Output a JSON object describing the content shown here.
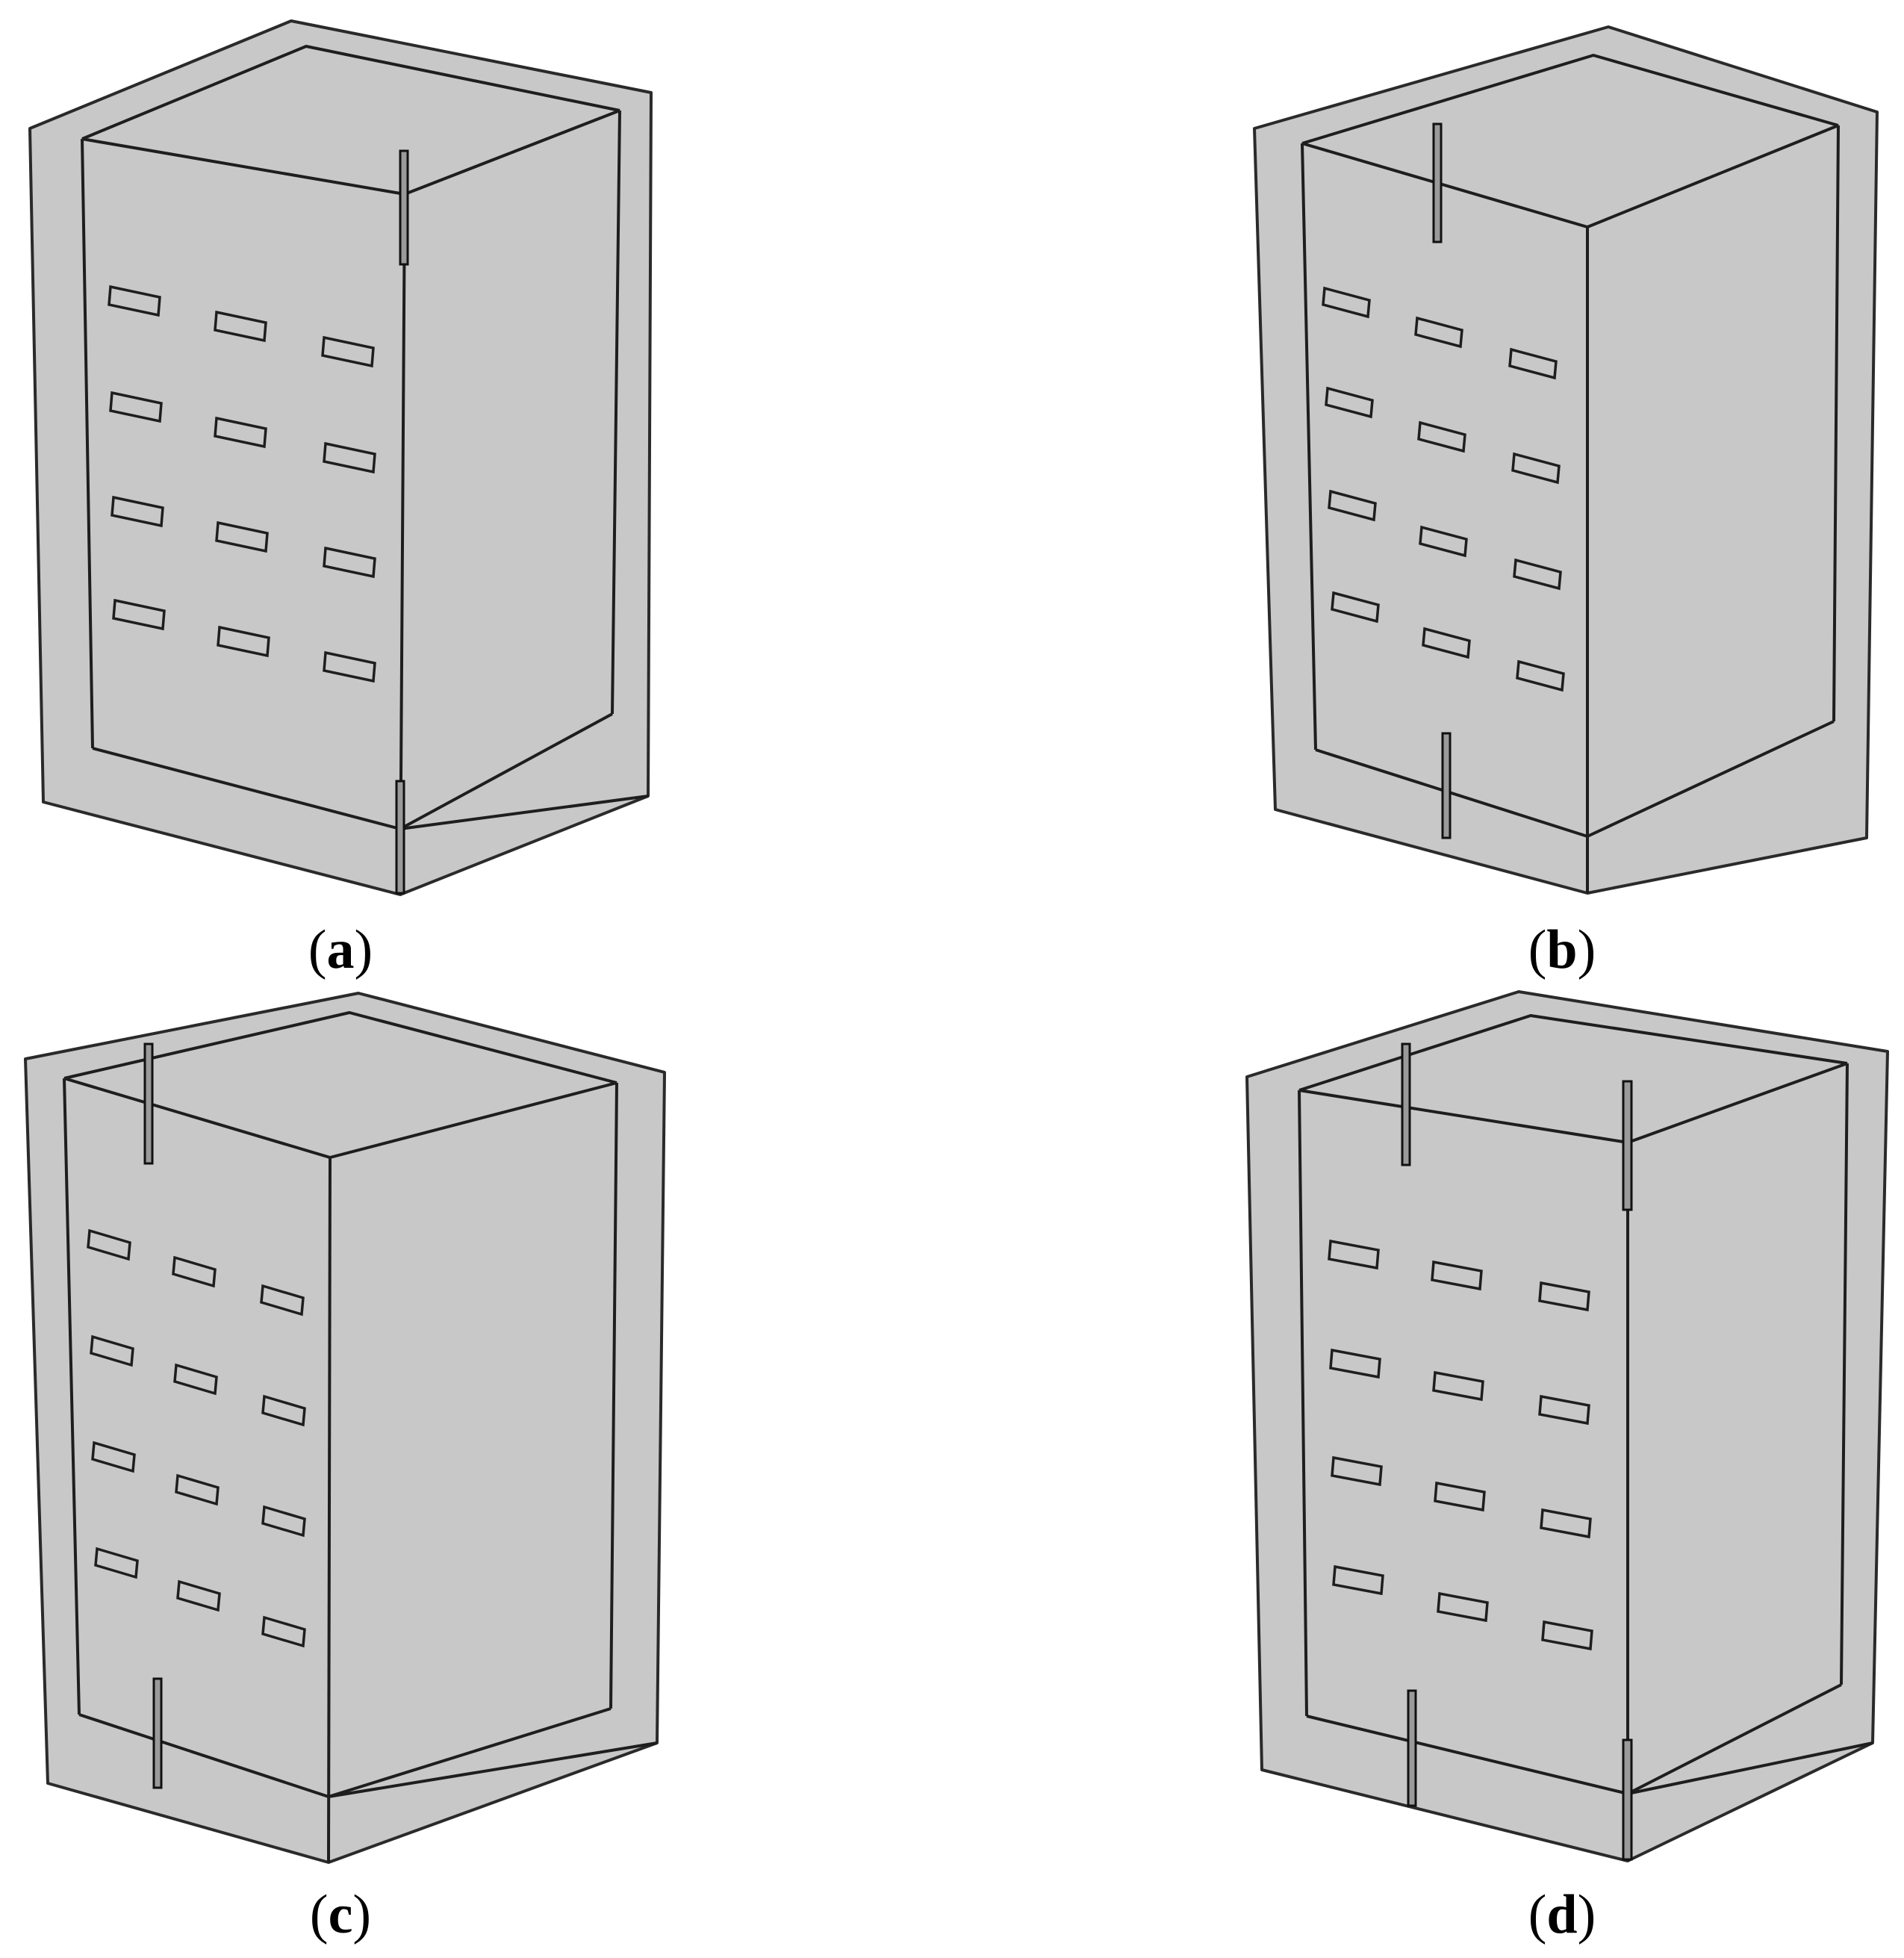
{
  "colors": {
    "background": "#ffffff",
    "solid": "#c8c8c8",
    "edge": "#1e1e1e"
  },
  "panels": [
    {
      "id": "a",
      "label": "a"
    },
    {
      "id": "b",
      "label": "b"
    },
    {
      "id": "c",
      "label": "c"
    },
    {
      "id": "d",
      "label": "d"
    }
  ]
}
